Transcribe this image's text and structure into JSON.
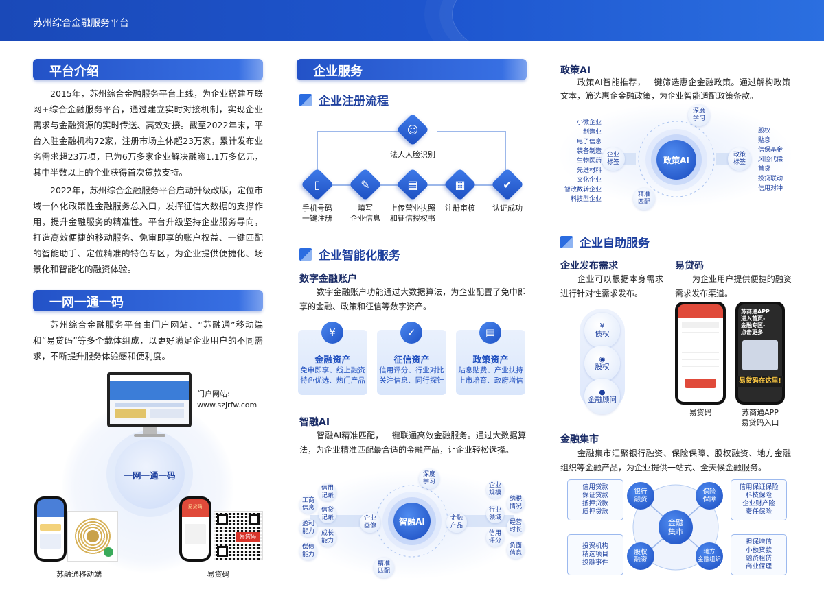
{
  "header": {
    "title": "苏州综合金融服务平台"
  },
  "col1": {
    "platform_title": "平台介绍",
    "platform_p1": "2015年，苏州综合金融服务平台上线，为企业搭建互联网+综合金融服务平台，通过建立实时对接机制，实现企业需求与金融资源的实时传送、高效对接。截至2022年末，平台入驻金融机构72家，注册市场主体超23万家，累计发布业务需求超23万项，已为6万多家企业解决融资1.1万多亿元，其中半数以上的企业获得首次贷款支持。",
    "platform_p2": "2022年，苏州综合金融服务平台启动升级改版，定位市域一体化政策性金融服务总入口，发挥征信大数据的支撑作用，提升金融服务的精准性。平台升级坚持企业服务导向，打造高效便捷的移动服务、免审即享的账户权益、一键匹配的智能助手、定位精准的特色专区，为企业提供便捷化、场景化和智能化的融资体验。",
    "yiwang_title": "一网一通一码",
    "yiwang_p": "苏州综合金融服务平台由门户网站、“苏融通”移动端和“易贷码”等多个载体组成，以更好满足企业用户的不同需求，不断提升服务体验感和便利度。",
    "portal_label": "门户网站:",
    "portal_url": "www.szjrfw.com",
    "center_label": "一网一通一码",
    "mobile_label": "苏融通移动端",
    "code_label": "易贷码",
    "qr_badge": "易贷码",
    "phone_badge": "易贷码"
  },
  "col2": {
    "title": "企业服务",
    "reg_title": "企业注册流程",
    "reg_top": "法人人脸识别",
    "reg_steps": [
      "手机号码\n一键注册",
      "填写\n企业信息",
      "上传营业执照\n和征信授权书",
      "注册审核",
      "认证成功"
    ],
    "smart_title": "企业智能化服务",
    "digital_title": "数字金融账户",
    "digital_p": "数字金融账户功能通过大数据算法，为企业配置了免申即享的金融、政策和征信等数字资产。",
    "cards": [
      {
        "title": "金融资产",
        "desc": "免申即享、线上融资\n特色优选、热门产品"
      },
      {
        "title": "征信资产",
        "desc": "信用评分、行业对比\n关注信息、同行探针"
      },
      {
        "title": "政策资产",
        "desc": "贴息贴费、产业扶持\n上市培育、政府增信"
      }
    ],
    "zhirong_title": "智融AI",
    "zhirong_p": "智融AI精准匹配，一键联通高效金融服务。通过大数据算法，为企业精准匹配最合适的金融产品，让企业轻松选择。",
    "zr": {
      "core": "智融AI",
      "left": "企业\n画像",
      "right": "金融\n产品",
      "top": "深度\n学习",
      "bottom": "精准\n匹配",
      "l_bubbles": [
        "信用\n记录",
        "工商\n信息",
        "信贷\n记录",
        "盈利\n能力",
        "成长\n能力",
        "偿债\n能力"
      ],
      "r_bubbles": [
        "企业\n规模",
        "纳税\n情况",
        "行业\n领域",
        "经营\n时长",
        "信用\n评分",
        "负面\n信息"
      ]
    }
  },
  "col3": {
    "zc_title": "政策AI",
    "zc_p": "政策AI智能推荐，一键筛选惠企金融政策。通过解构政策文本，筛选惠企金融政策，为企业智能适配政策条款。",
    "zc": {
      "core": "政策AI",
      "left": "企业\n标签",
      "right": "政策\n标签",
      "top": "深度\n学习",
      "bottom": "精准\n匹配",
      "l_list": [
        "小微企业",
        "制造业",
        "电子信息",
        "装备制造",
        "生物医药",
        "先进材料",
        "文化企业",
        "智改数转企业",
        "科技型企业"
      ],
      "r_list": [
        "股权",
        "贴息",
        "信保基金",
        "风险代偿",
        "首贷",
        "投贷联动",
        "信用对冲"
      ]
    },
    "self_title": "企业自助服务",
    "pub_title": "企业发布需求",
    "pub_p": "企业可以根据本身需求进行针对性需求发布。",
    "pub_items": [
      "债权",
      "股权",
      "金融顾问"
    ],
    "ydm_title": "易贷码",
    "ydm_p": "为企业用户提供便捷的融资需求发布渠道。",
    "phone1_label": "易贷码",
    "phone2_label": "苏商通APP\n易贷码入口",
    "phone2_text": "苏商通APP\n进入首页-\n金融专区-\n点击更多",
    "phone2_banner": "易贷码在这里!",
    "jr_title": "金融集市",
    "jr_p": "金融集市汇聚银行融资、保险保障、股权融资、地方金融组织等金融产品，为企业提供一站式、全天候金融服务。",
    "jr": {
      "core": "金融\n集市",
      "nodes": [
        "银行\n融资",
        "保险\n保障",
        "股权\n融资",
        "地方\n金融组织"
      ],
      "boxes": [
        "信用贷款\n保证贷款\n抵押贷款\n质押贷款",
        "信用保证保险\n科技保险\n企业财产险\n责任保险",
        "投资机构\n精选项目\n投融事件",
        "担保增信\n小额贷款\n融资租赁\n商业保理"
      ]
    }
  }
}
